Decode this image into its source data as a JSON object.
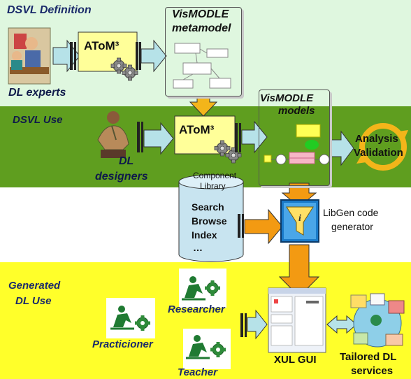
{
  "bands": {
    "definition": {
      "title": "DSVL Definition",
      "color": "#dff7df"
    },
    "use": {
      "title": "DSVL Use",
      "color": "#5f9e1f"
    },
    "generated": {
      "title_line1": "Generated",
      "title_line2": "DL Use",
      "color": "#ffff2a"
    }
  },
  "labels": {
    "dl_experts": "DL experts",
    "dl_designers_line1": "DL",
    "dl_designers_line2": "designers",
    "atom3_top": "AToM³",
    "atom3_mid": "AToM³",
    "metamodel_line1": "VisMODLE",
    "metamodel_line2": "metamodel",
    "models_line1": "VisMODLE",
    "models_line2": "models",
    "analysis_line1": "Analysis",
    "analysis_line2": "Validation",
    "component_line1": "Component",
    "component_line2": "Library",
    "cyl_items": [
      "Search",
      "Browse",
      "Index",
      "…"
    ],
    "libgen_line1": "LibGen code",
    "libgen_line2": "generator",
    "researcher": "Researcher",
    "practicioner": "Practicioner",
    "teacher": "Teacher",
    "xul_gui": "XUL GUI",
    "tailored_line1": "Tailored DL",
    "tailored_line2": "services"
  },
  "icons": [
    "gear-icon",
    "funnel-icon",
    "person-icon",
    "globe-icon"
  ],
  "colors": {
    "arrow_blue": "#b6e2e8",
    "arrow_orange": "#f39a12",
    "atom_box": "#ffff99",
    "cylinder": "#c8e4f0"
  }
}
